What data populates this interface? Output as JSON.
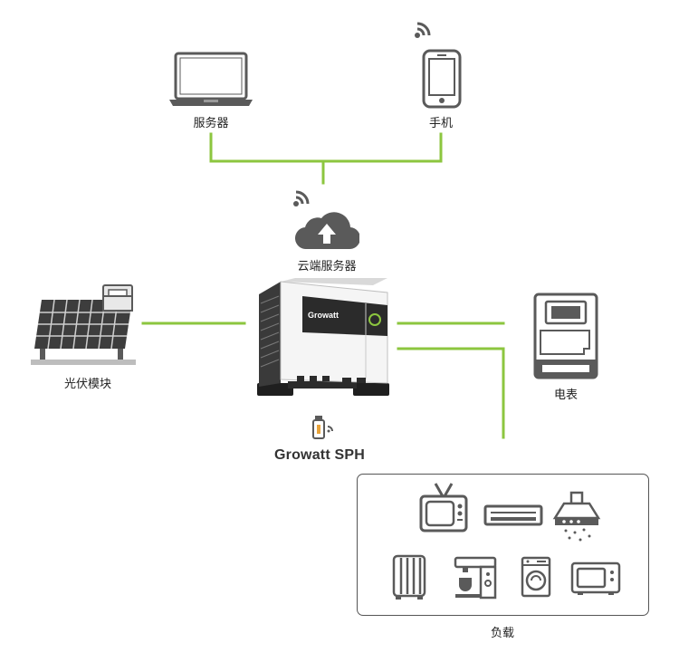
{
  "labels": {
    "server": "服务器",
    "phone": "手机",
    "cloud": "云端服务器",
    "pv": "光伏模块",
    "meter": "电表",
    "product": "Growatt SPH",
    "loads": "负载"
  },
  "inverter_logo": "Growatt",
  "colors": {
    "connection_line": "#8cc63f",
    "icon_gray": "#5a5a5a",
    "device_white": "#f5f5f5",
    "device_dark": "#2b2b2b"
  },
  "icons": [
    "laptop-icon",
    "smartphone-icon",
    "wifi-icon",
    "cloud-upload-icon",
    "solar-panel-icon",
    "inverter-device",
    "usb-dongle-icon",
    "electric-meter-icon",
    "tv-icon",
    "air-conditioner-icon",
    "range-hood-icon",
    "oil-heater-icon",
    "coffee-machine-icon",
    "washing-machine-icon",
    "microwave-icon"
  ]
}
